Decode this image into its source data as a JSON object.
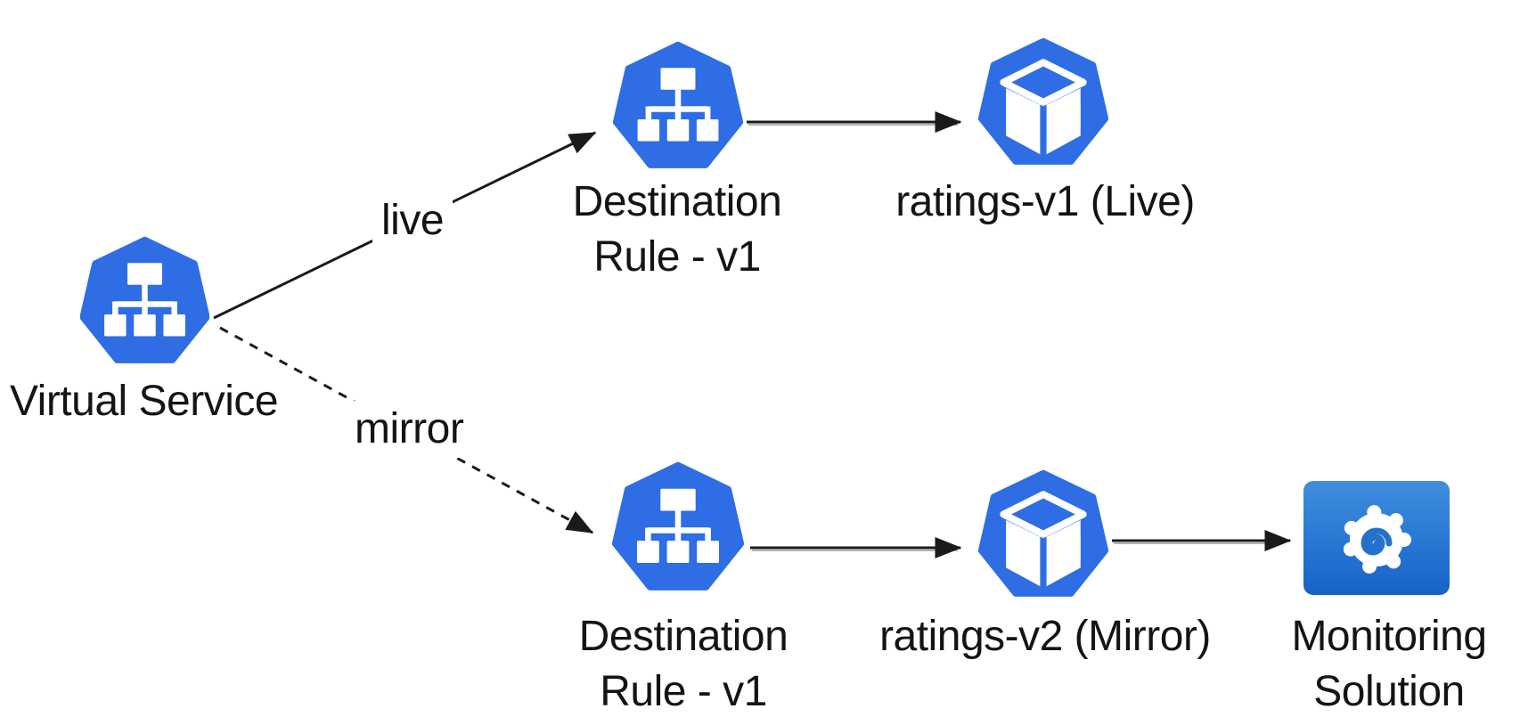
{
  "colors": {
    "background": "#ffffff",
    "node_blue": "#2e6de4",
    "grafana_top": "#3f8ede",
    "grafana_bottom": "#1663c8",
    "arrow": "#1a1a1a",
    "arrow_shadow": "#9a9a9a",
    "text": "#141414"
  },
  "nodes": {
    "virtual_service": {
      "label": "Virtual Service",
      "icon": "istio-sitemap-heptagon"
    },
    "destination_rule_top": {
      "label_line1": "Destination",
      "label_line2": "Rule - v1",
      "icon": "istio-sitemap-heptagon"
    },
    "ratings_v1": {
      "label": "ratings-v1 (Live)",
      "icon": "cube-heptagon"
    },
    "destination_rule_bottom": {
      "label_line1": "Destination",
      "label_line2": "Rule - v1",
      "icon": "istio-sitemap-heptagon"
    },
    "ratings_v2": {
      "label": "ratings-v2 (Mirror)",
      "icon": "cube-heptagon"
    },
    "monitoring_solution": {
      "label_line1": "Monitoring",
      "label_line2": "Solution",
      "icon": "grafana-logo"
    }
  },
  "edges": {
    "live": {
      "label": "live",
      "style": "solid",
      "from": "virtual_service",
      "to": "destination_rule_top"
    },
    "mirror": {
      "label": "mirror",
      "style": "dashed",
      "from": "virtual_service",
      "to": "destination_rule_bottom"
    },
    "dr_top_to_ratings_v1": {
      "style": "solid",
      "from": "destination_rule_top",
      "to": "ratings_v1"
    },
    "dr_bottom_to_ratings_v2": {
      "style": "solid",
      "from": "destination_rule_bottom",
      "to": "ratings_v2"
    },
    "ratings_v2_to_monitoring": {
      "style": "solid",
      "from": "ratings_v2",
      "to": "monitoring_solution"
    }
  }
}
